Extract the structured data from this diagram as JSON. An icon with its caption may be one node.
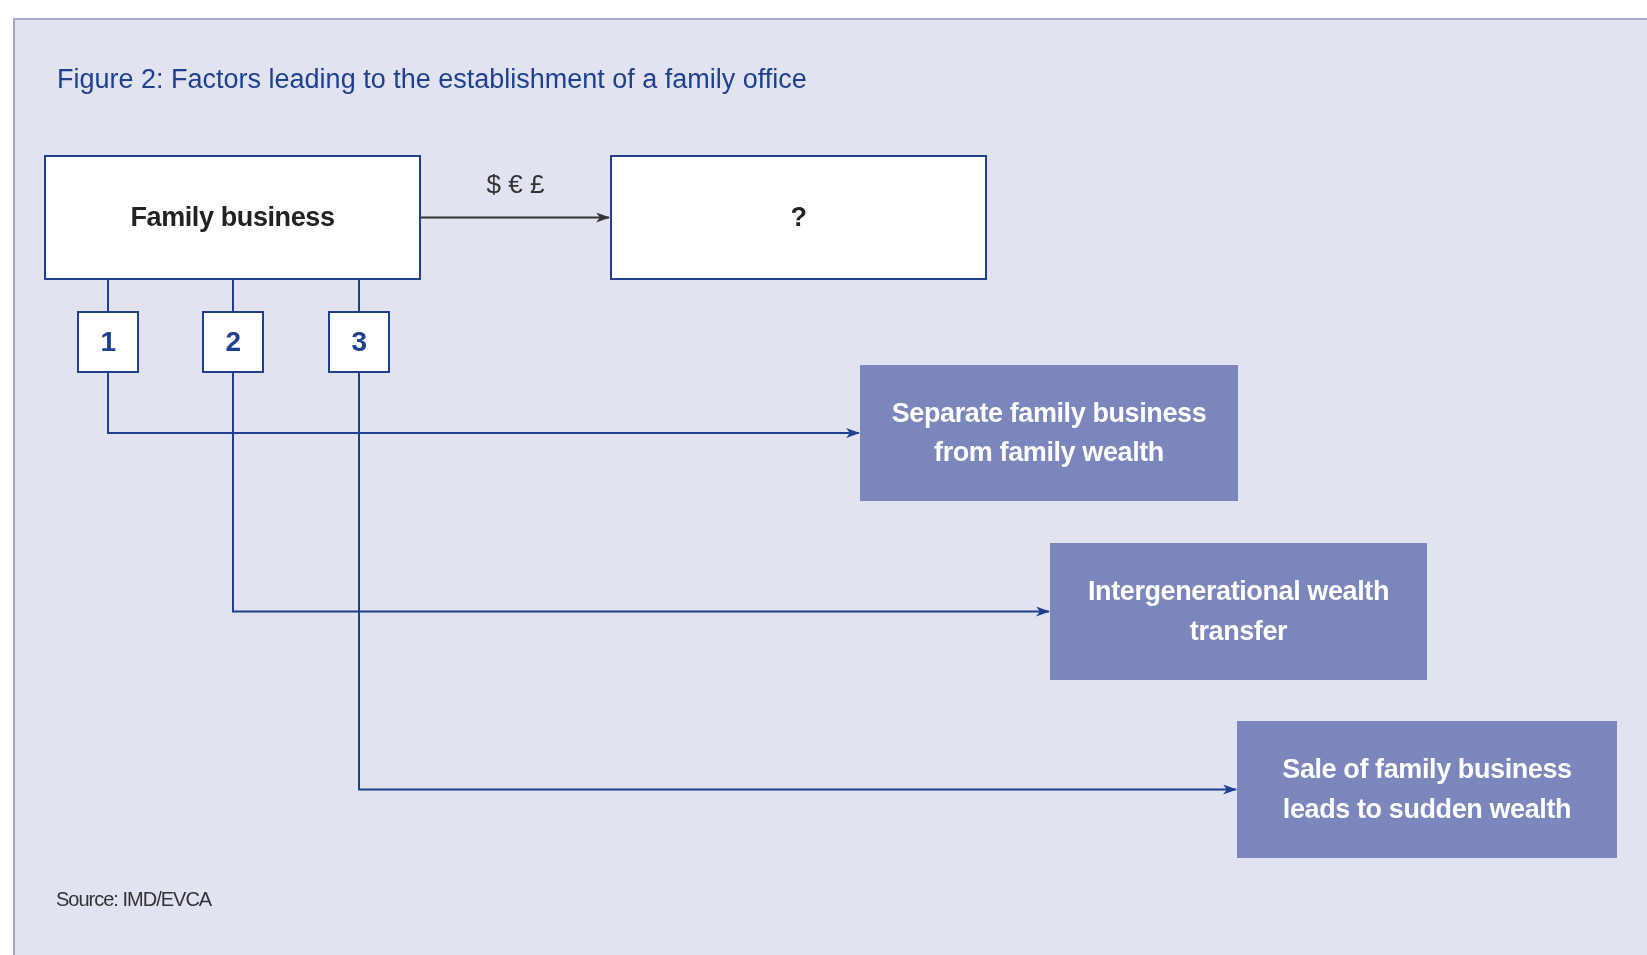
{
  "diagram": {
    "title": "Figure 2:  Factors leading to the establishment of a family office",
    "nodes": [
      {
        "text": [
          "Family business"
        ]
      },
      {
        "text": [
          "?"
        ]
      },
      {
        "text": [
          "1"
        ]
      },
      {
        "text": [
          "2"
        ]
      },
      {
        "text": [
          "3"
        ]
      },
      {
        "text": [
          "Separate family business from family wealth"
        ]
      },
      {
        "text": [
          "Intergenerational wealth transfer"
        ]
      },
      {
        "text": [
          "Sale of family business leads to sudden wealth"
        ]
      }
    ],
    "edges": [
      {
        "from": 0,
        "to": 1,
        "arrow": "to",
        "label": "$ € £",
        "color": "#333333"
      },
      {
        "from": 0,
        "to": 2,
        "arrow": "none"
      },
      {
        "from": 0,
        "to": 3,
        "arrow": "none"
      },
      {
        "from": 0,
        "to": 4,
        "arrow": "none"
      },
      {
        "from": 2,
        "to": 5,
        "arrow": "to"
      },
      {
        "from": 3,
        "to": 6,
        "arrow": "to"
      },
      {
        "from": 4,
        "to": 7,
        "arrow": "to"
      }
    ],
    "labels": [
      "Source: IMD/EVCA"
    ]
  }
}
